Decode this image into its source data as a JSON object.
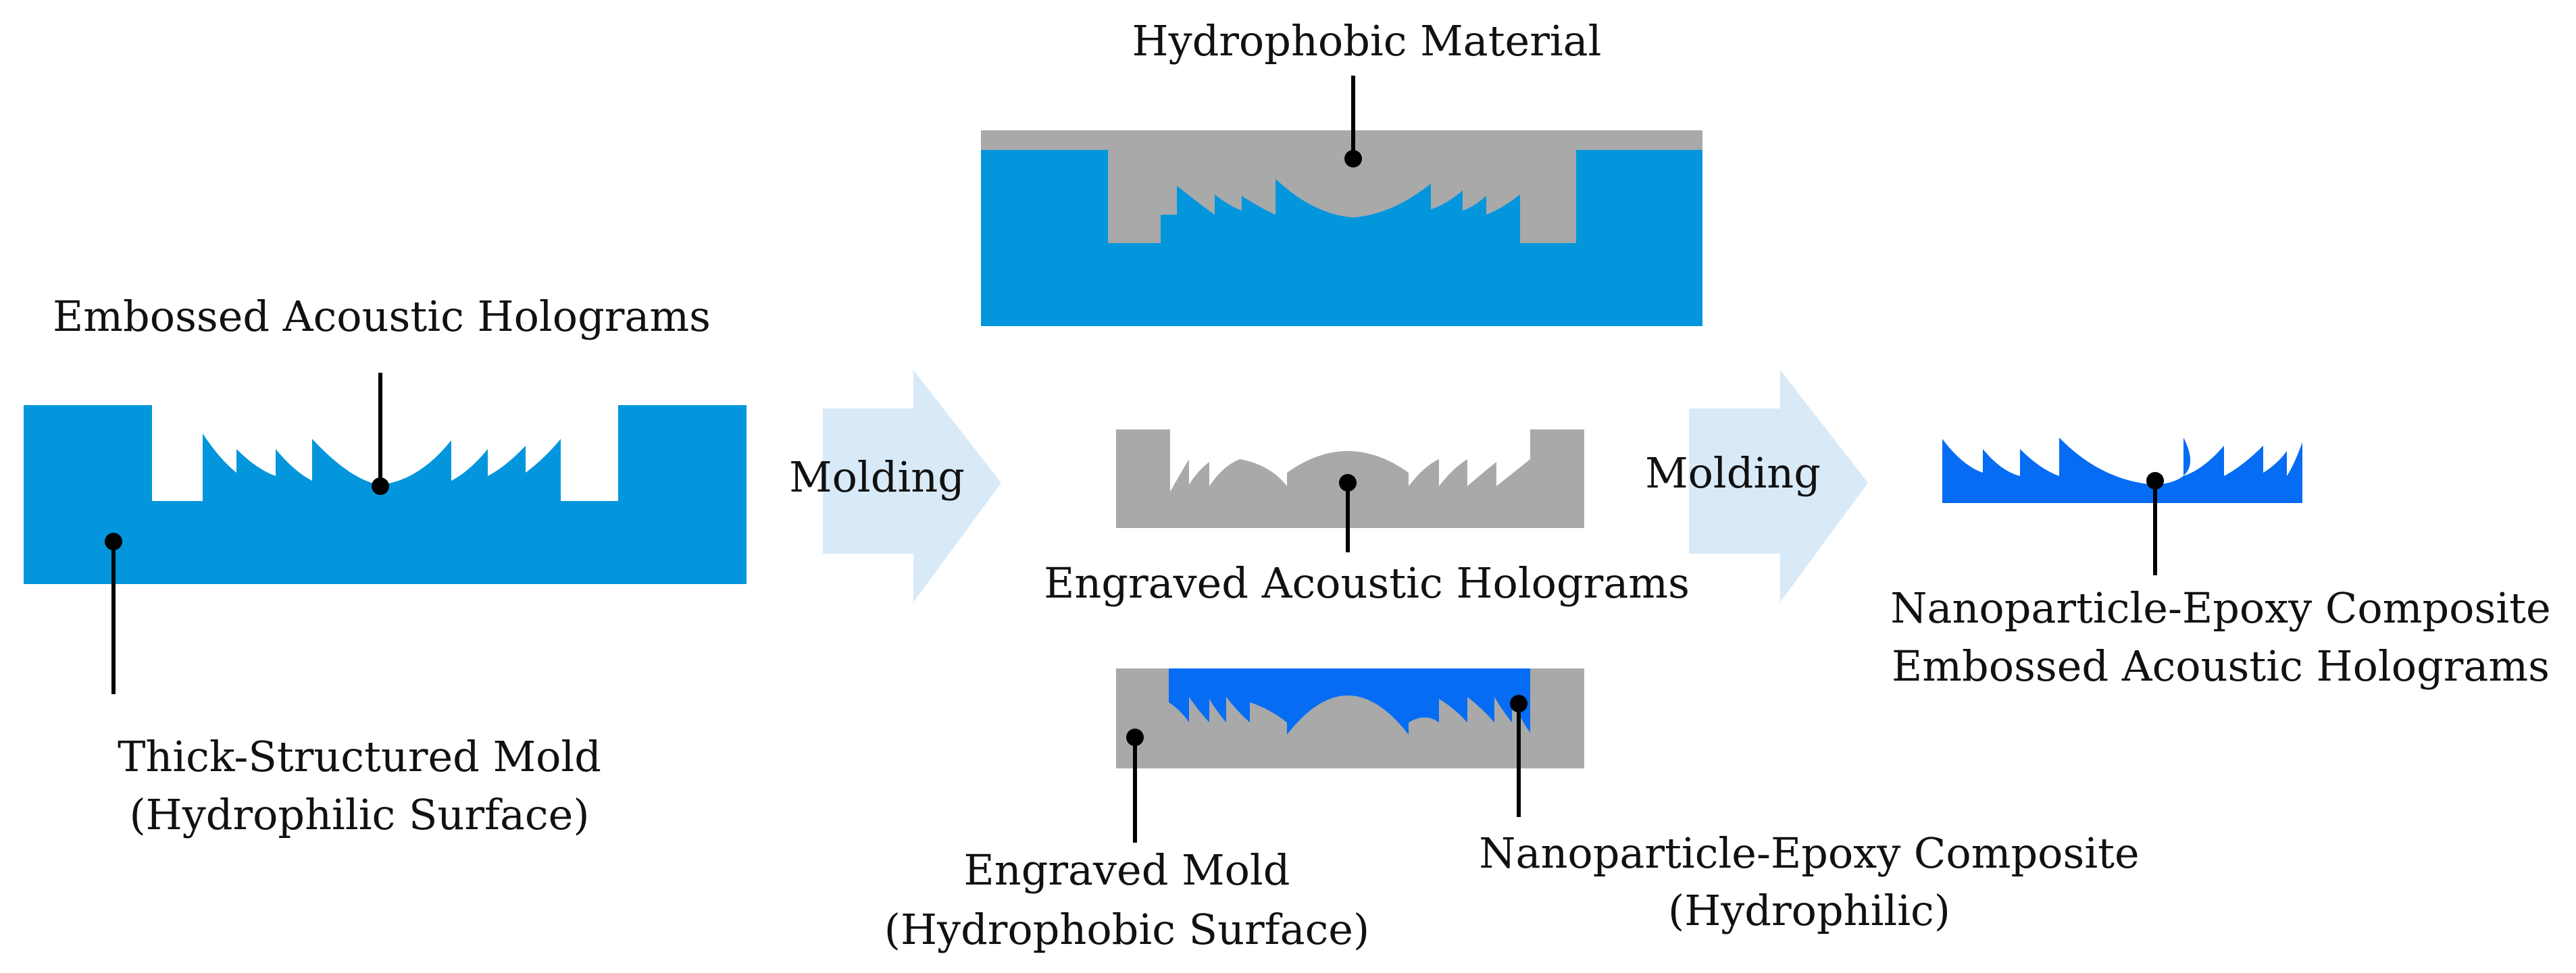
{
  "colors": {
    "mold_blue": "#0396DC",
    "composite_blue": "#066CF4",
    "gray": "#A9A9A9",
    "arrow": "#D8EAF8",
    "leader": "#000000"
  },
  "labels": {
    "embossed_holograms": "Embossed Acoustic Holograms",
    "thick_mold_line1": "Thick-Structured Mold",
    "thick_mold_line2": "(Hydrophilic Surface)",
    "molding_left": "Molding",
    "hydrophobic_material": "Hydrophobic Material",
    "engraved_holograms": "Engraved Acoustic Holograms",
    "engraved_mold_line1": "Engraved Mold",
    "engraved_mold_line2": "(Hydrophobic Surface)",
    "composite_hydrophilic_line1": "Nanoparticle-Epoxy Composite",
    "composite_hydrophilic_line2": "(Hydrophilic)",
    "molding_right": "Molding",
    "composite_embossed_line1": "Nanoparticle-Epoxy Composite",
    "composite_embossed_line2": "Embossed Acoustic Holograms"
  }
}
